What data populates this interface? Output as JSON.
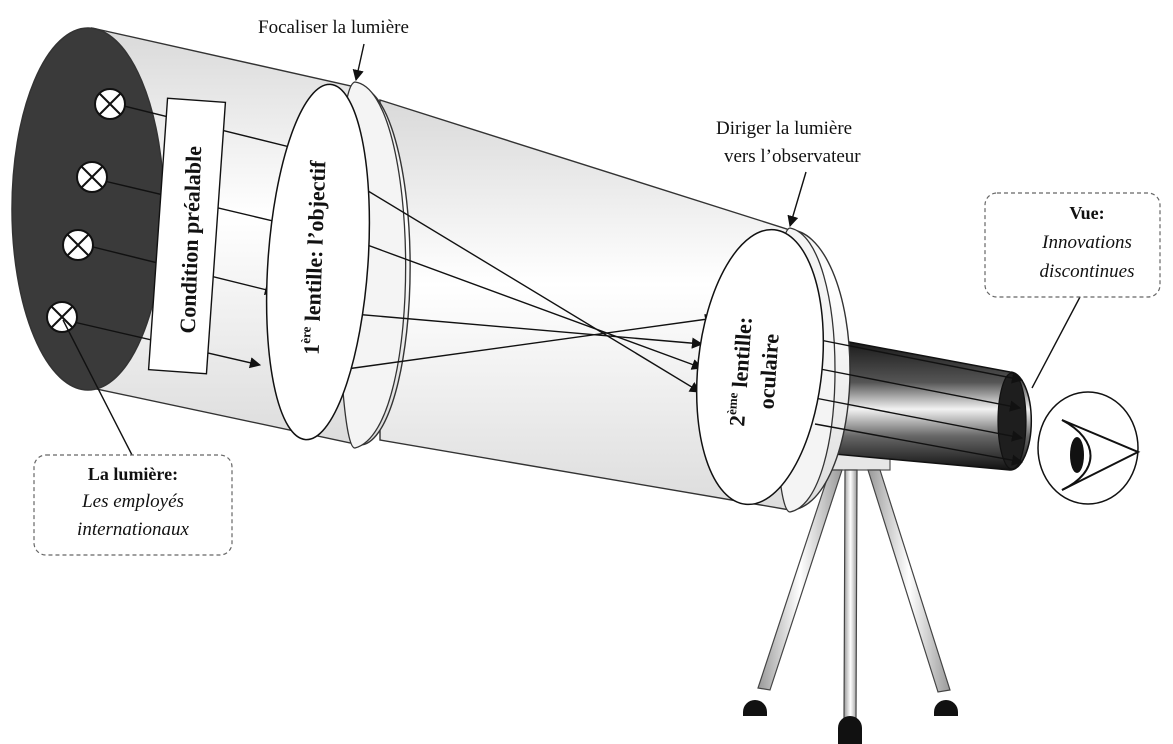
{
  "annotations": {
    "focus": "Focaliser la lumière",
    "direct_line1": "Diriger la lumière",
    "direct_line2": "vers l’observateur"
  },
  "light_box": {
    "title": "La lumière:",
    "line1": "Les employés",
    "line2": "internationaux"
  },
  "vision_box": {
    "title": "Vue:",
    "line1": "Innovations",
    "line2": "discontinues"
  },
  "prerequisite": "Condition préalable",
  "lens1": {
    "ordinal": "1",
    "superscript": "ère",
    "rest": " lentille: l’objectif"
  },
  "lens2": {
    "ordinal": "2",
    "superscript": "ème",
    "line1_rest": " lentille:",
    "line2": "oculaire"
  },
  "colors": {
    "tube_light": "#f0f0f0",
    "tube_edge": "#333333",
    "aperture": "#3a3a3a",
    "eyepiece_dark": "#1e1e1e",
    "stroke": "#111111"
  },
  "icons": [
    "bulb-icon",
    "eye-icon",
    "tripod"
  ]
}
